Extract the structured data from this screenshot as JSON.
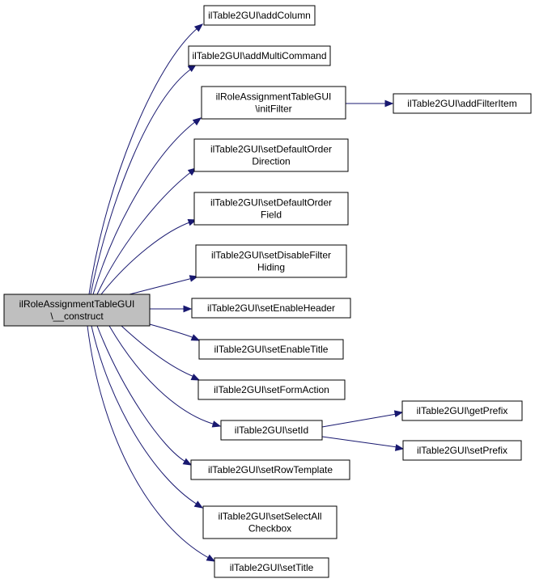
{
  "colors": {
    "edge": "#191970",
    "root_fill": "#bfbfbf",
    "node_fill": "#ffffff"
  },
  "nodes": [
    {
      "id": "root",
      "lines": [
        "ilRoleAssignmentTableGUI",
        "\\__construct"
      ]
    },
    {
      "id": "addColumn",
      "lines": [
        "ilTable2GUI\\addColumn"
      ]
    },
    {
      "id": "addMultiCommand",
      "lines": [
        "ilTable2GUI\\addMultiCommand"
      ]
    },
    {
      "id": "initFilter",
      "lines": [
        "ilRoleAssignmentTableGUI",
        "\\initFilter"
      ]
    },
    {
      "id": "addFilterItem",
      "lines": [
        "ilTable2GUI\\addFilterItem"
      ]
    },
    {
      "id": "setDefaultOrderDirection",
      "lines": [
        "ilTable2GUI\\setDefaultOrder",
        "Direction"
      ]
    },
    {
      "id": "setDefaultOrderField",
      "lines": [
        "ilTable2GUI\\setDefaultOrder",
        "Field"
      ]
    },
    {
      "id": "setDisableFilterHiding",
      "lines": [
        "ilTable2GUI\\setDisableFilter",
        "Hiding"
      ]
    },
    {
      "id": "setEnableHeader",
      "lines": [
        "ilTable2GUI\\setEnableHeader"
      ]
    },
    {
      "id": "setEnableTitle",
      "lines": [
        "ilTable2GUI\\setEnableTitle"
      ]
    },
    {
      "id": "setFormAction",
      "lines": [
        "ilTable2GUI\\setFormAction"
      ]
    },
    {
      "id": "setId",
      "lines": [
        "ilTable2GUI\\setId"
      ]
    },
    {
      "id": "getPrefix",
      "lines": [
        "ilTable2GUI\\getPrefix"
      ]
    },
    {
      "id": "setPrefix",
      "lines": [
        "ilTable2GUI\\setPrefix"
      ]
    },
    {
      "id": "setRowTemplate",
      "lines": [
        "ilTable2GUI\\setRowTemplate"
      ]
    },
    {
      "id": "setSelectAllCheckbox",
      "lines": [
        "ilTable2GUI\\setSelectAll",
        "Checkbox"
      ]
    },
    {
      "id": "setTitle",
      "lines": [
        "ilTable2GUI\\setTitle"
      ]
    }
  ],
  "edges": [
    {
      "from": "root",
      "to": "addColumn"
    },
    {
      "from": "root",
      "to": "addMultiCommand"
    },
    {
      "from": "root",
      "to": "initFilter"
    },
    {
      "from": "initFilter",
      "to": "addFilterItem"
    },
    {
      "from": "root",
      "to": "setDefaultOrderDirection"
    },
    {
      "from": "root",
      "to": "setDefaultOrderField"
    },
    {
      "from": "root",
      "to": "setDisableFilterHiding"
    },
    {
      "from": "root",
      "to": "setEnableHeader"
    },
    {
      "from": "root",
      "to": "setEnableTitle"
    },
    {
      "from": "root",
      "to": "setFormAction"
    },
    {
      "from": "root",
      "to": "setId"
    },
    {
      "from": "setId",
      "to": "getPrefix"
    },
    {
      "from": "setId",
      "to": "setPrefix"
    },
    {
      "from": "root",
      "to": "setRowTemplate"
    },
    {
      "from": "root",
      "to": "setSelectAllCheckbox"
    },
    {
      "from": "root",
      "to": "setTitle"
    }
  ]
}
